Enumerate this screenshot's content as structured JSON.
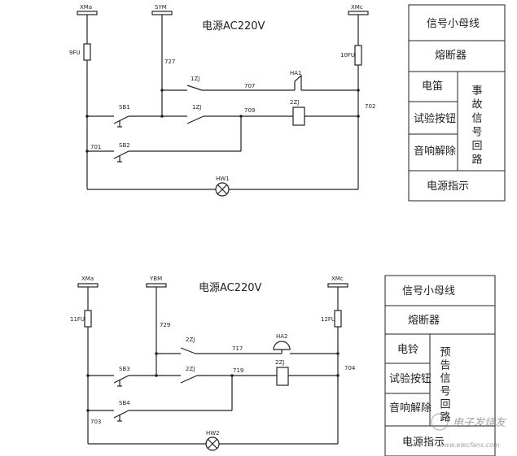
{
  "top": {
    "power_title": "电源AC220V",
    "bus": [
      "XMa",
      "SYM",
      "XMc"
    ],
    "fuses": [
      "9FU",
      "10FU"
    ],
    "nodes": [
      "727",
      "707",
      "702",
      "709",
      "701"
    ],
    "contacts": [
      "1ZJ",
      "1ZJ"
    ],
    "buttons": [
      "SB1",
      "SB2"
    ],
    "alarm": "HA1",
    "relay": "2ZJ",
    "lamp": "HW1",
    "legend": {
      "bus": "信号小母线",
      "fuse": "熔断器",
      "horn": "电笛",
      "test": "试验按钮",
      "reset": "音响解除",
      "circuit": "事故信号回路",
      "power": "电源指示"
    }
  },
  "bottom": {
    "power_title": "电源AC220V",
    "bus": [
      "XMa",
      "YBM",
      "XMc"
    ],
    "fuses": [
      "11FU",
      "12FU"
    ],
    "nodes": [
      "729",
      "717",
      "704",
      "719",
      "703"
    ],
    "contacts": [
      "2ZJ",
      "2ZJ"
    ],
    "buttons": [
      "SB3",
      "SB4"
    ],
    "alarm": "HA2",
    "relay": "2ZJ",
    "lamp": "HW2",
    "legend": {
      "bus": "信号小母线",
      "fuse": "熔断器",
      "bell": "电铃",
      "test": "试验按钮",
      "reset": "音响解除",
      "circuit": "预告信号回路",
      "power": "电源指示"
    }
  },
  "watermark": {
    "text": "电子发烧友",
    "url": "www.elecfans.com"
  }
}
